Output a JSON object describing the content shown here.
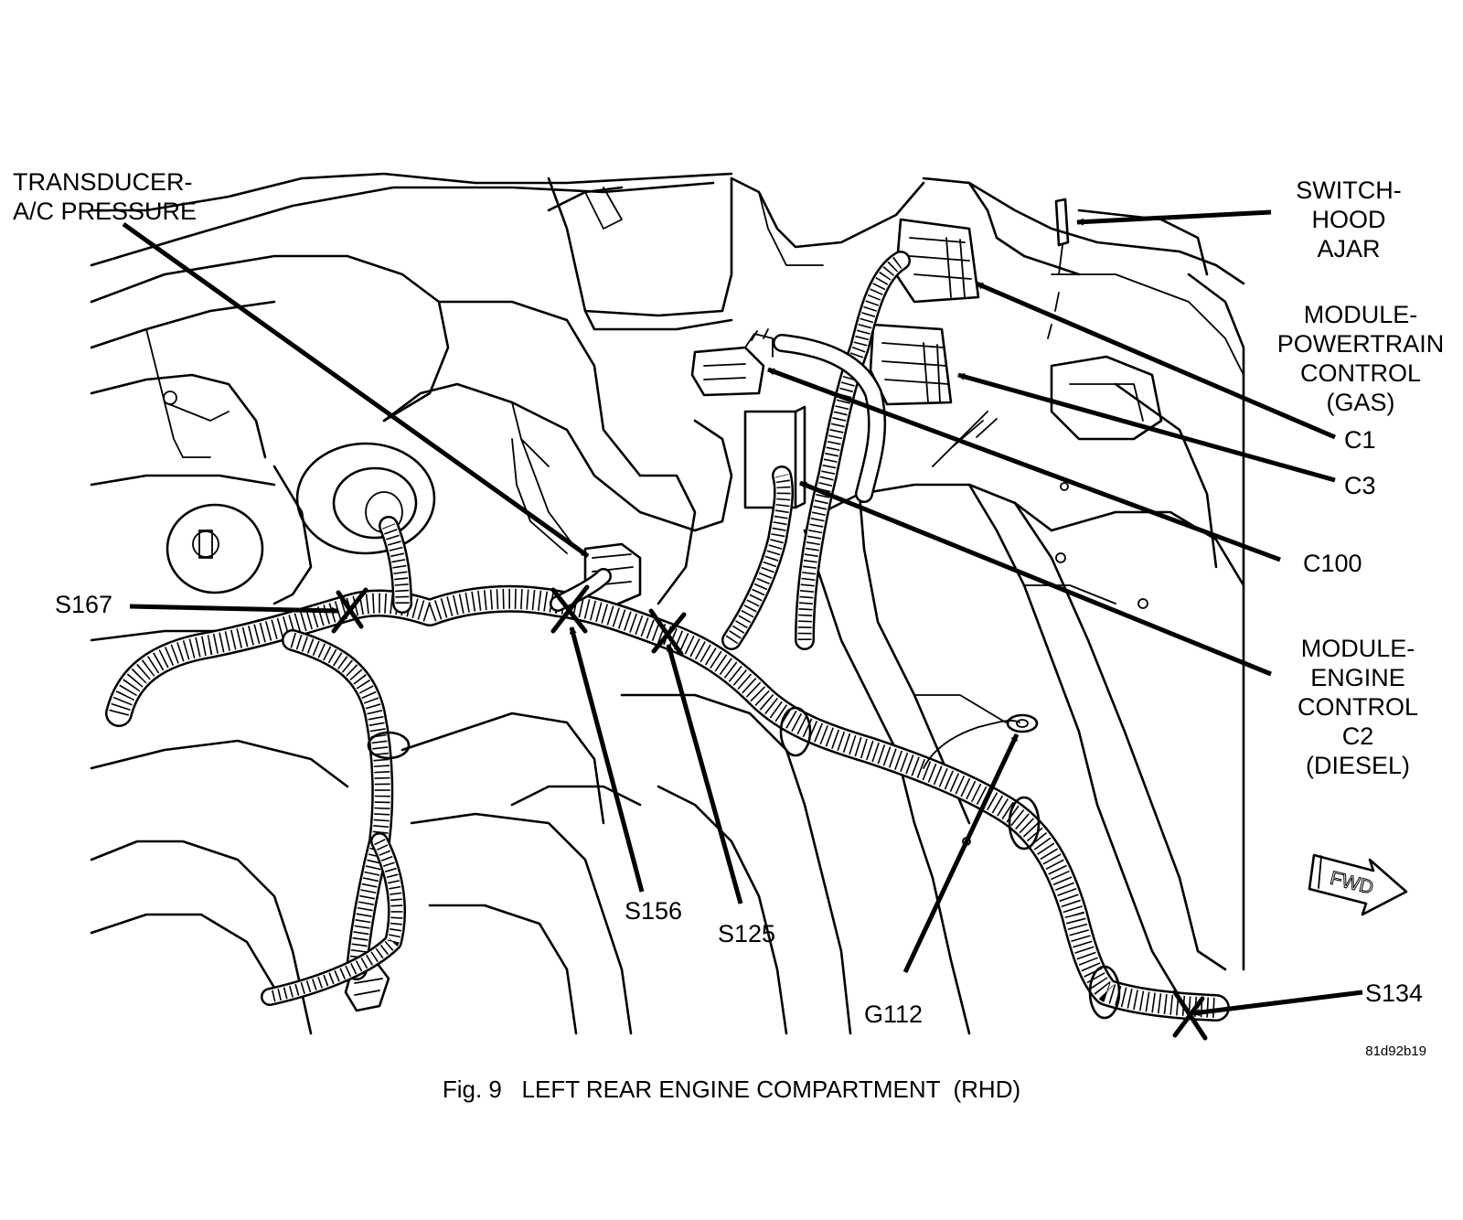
{
  "labels": {
    "transducer": [
      "TRANSDUCER-",
      "A/C PRESSURE"
    ],
    "switch_hood": [
      "SWITCH-",
      "HOOD",
      "AJAR"
    ],
    "module_powertrain": [
      "MODULE-",
      "POWERTRAIN",
      "CONTROL",
      "(GAS)"
    ],
    "c1": "C1",
    "c3": "C3",
    "c100": "C100",
    "module_engine": [
      "MODULE-",
      "ENGINE",
      "CONTROL",
      "C2",
      "(DIESEL)"
    ],
    "s167": "S167",
    "s156": "S156",
    "s125": "S125",
    "g112": "G112",
    "s134": "S134",
    "fwd": "FWD"
  },
  "reference_code": "81d92b19",
  "caption": "Fig. 9   LEFT REAR ENGINE COMPARTMENT  (RHD)"
}
